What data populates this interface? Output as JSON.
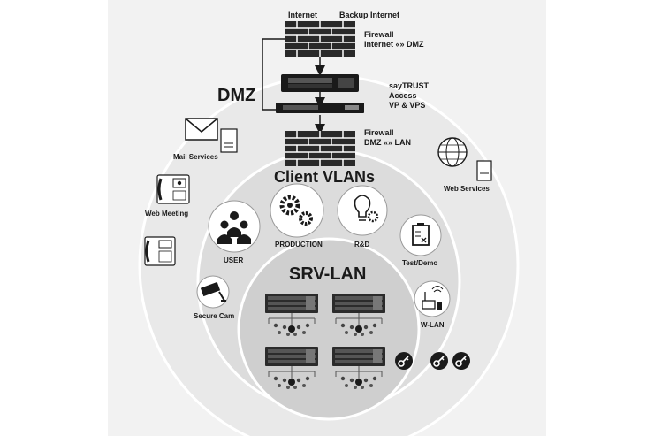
{
  "labels": {
    "internet": "Internet",
    "backup_internet": "Backup Internet",
    "firewall_top_1": "Firewall",
    "firewall_top_2": "Internet «» DMZ",
    "saytrust_1": "sayTRUST",
    "saytrust_2": "Access",
    "saytrust_3": "VP & VPS",
    "firewall_mid_1": "Firewall",
    "firewall_mid_2": "DMZ «» LAN",
    "dmz": "DMZ",
    "client_vlans": "Client VLANs",
    "srv_lan": "SRV-LAN",
    "mail_services": "Mail Services",
    "web_meeting": "Web Meeting",
    "web_services": "Web Services",
    "user": "USER",
    "production": "PRODUCTION",
    "rnd": "R&D",
    "test_demo": "Test/Demo",
    "secure_cam": "Secure Cam",
    "w_lan": "W-LAN"
  },
  "colors": {
    "panel_bg": "#f2f2f2",
    "dmz_ring": "#e9e9e9",
    "client_ring": "#dcdcdc",
    "srv_ring": "#cfcfcf",
    "ring_stroke": "#ffffff",
    "icon_dark": "#1a1a1a"
  },
  "icons": [
    "firewall-icon",
    "router-icon",
    "envelope-icon",
    "server-icon",
    "phone-icon",
    "globe-icon",
    "users-icon",
    "gears-icon",
    "lightbulb-icon",
    "clipboard-icon",
    "camera-icon",
    "wifi-router-icon",
    "key-icon",
    "server-rack-icon"
  ]
}
